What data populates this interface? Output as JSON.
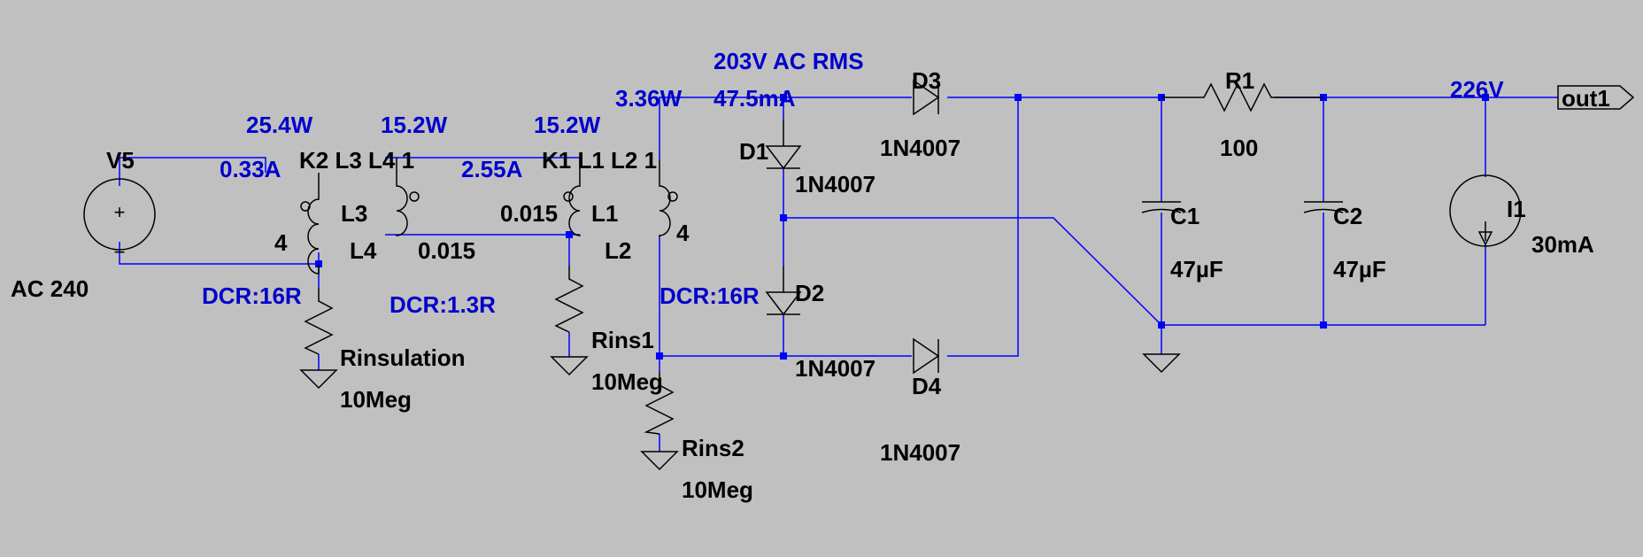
{
  "source": {
    "name": "V5",
    "value": "AC 240"
  },
  "annotations": {
    "p_primary": "25.4W",
    "i_primary": "0.33A",
    "p_isolation": "15.2W",
    "i_isolation": "2.55A",
    "p_iso_secondary": "15.2W",
    "p_secondary": "3.36W",
    "v_ac": "203V AC RMS",
    "i_ac": "47.5mA",
    "v_out": "226V",
    "dcr_primary": "DCR:16R",
    "dcr_isolation": "DCR:1.3R",
    "dcr_secondary": "DCR:16R"
  },
  "couplings": {
    "k2": "K2 L3 L4 1",
    "k1": "K1 L1 L2 1"
  },
  "inductors": {
    "l3": {
      "name": "L3",
      "value": "4"
    },
    "l4": {
      "name": "L4",
      "value": "0.015"
    },
    "l1": {
      "name": "L1",
      "value": "0.015"
    },
    "l2": {
      "name": "L2",
      "value": "4"
    }
  },
  "resistors": {
    "rinsulation": {
      "name": "Rinsulation",
      "value": "10Meg"
    },
    "rins1": {
      "name": "Rins1",
      "value": "10Meg"
    },
    "rins2": {
      "name": "Rins2",
      "value": "10Meg"
    },
    "r1": {
      "name": "R1",
      "value": "100"
    }
  },
  "diodes": {
    "d1": {
      "name": "D1",
      "model": "1N4007"
    },
    "d2": {
      "name": "D2",
      "model": "1N4007"
    },
    "d3": {
      "name": "D3",
      "model": "1N4007"
    },
    "d4": {
      "name": "D4",
      "model": "1N4007"
    }
  },
  "capacitors": {
    "c1": {
      "name": "C1",
      "value": "47µF"
    },
    "c2": {
      "name": "C2",
      "value": "47µF"
    }
  },
  "current_source": {
    "name": "I1",
    "value": "30mA"
  },
  "output_label": "out1",
  "colors": {
    "background": "#c0c0c0",
    "wire": "#0000ff",
    "annotation": "#0000cc",
    "component": "#000000"
  }
}
